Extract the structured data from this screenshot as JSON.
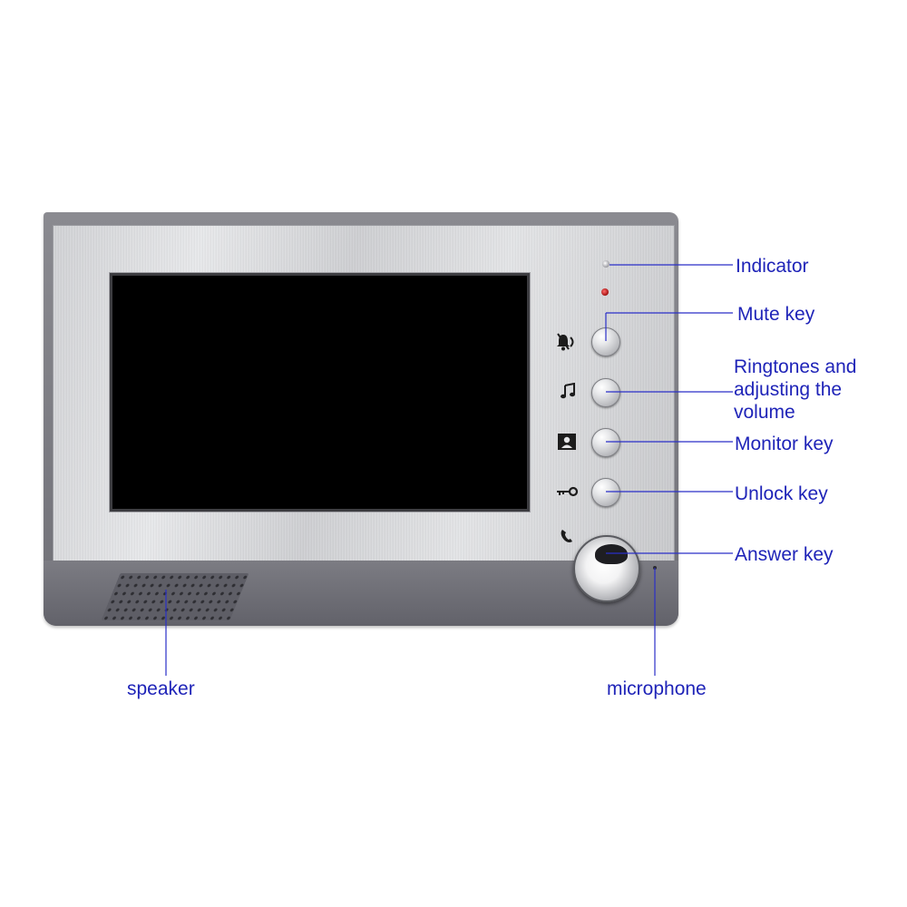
{
  "labels": {
    "indicator": "Indicator",
    "mute_key": "Mute key",
    "ringtones": "Ringtones and\nadjusting the\nvolume",
    "monitor_key": "Monitor key",
    "unlock_key": "Unlock key",
    "answer_key": "Answer key",
    "speaker": "speaker",
    "microphone": "microphone"
  },
  "icons": {
    "mute": "bell-mute-icon",
    "ringtone": "music-note-icon",
    "monitor": "person-portrait-icon",
    "unlock": "key-icon",
    "answer": "phone-handset-icon"
  },
  "colors": {
    "label_text": "#1f24b8",
    "callout_line": "#2a2fc8",
    "screen": "#000000",
    "indicator_led": "#c81414"
  }
}
